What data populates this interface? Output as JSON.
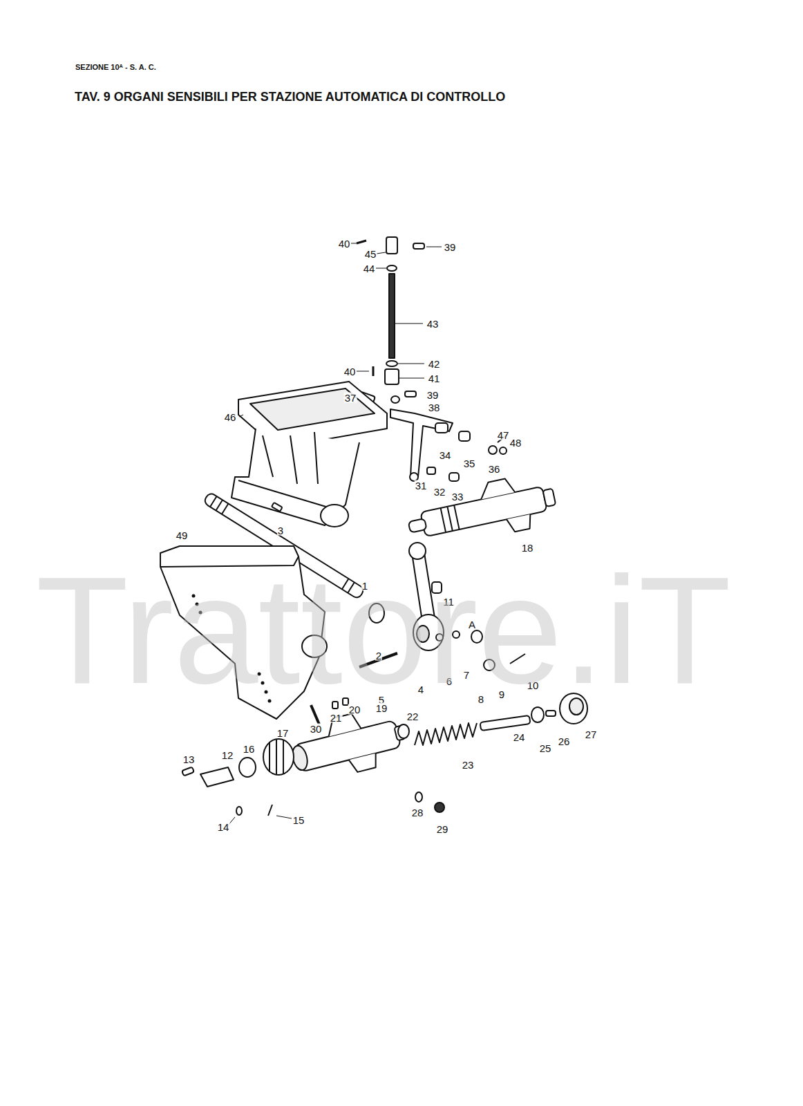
{
  "diagram": {
    "title": "TAV. 9 ORGANI SENSIBILI PER STAZIONE AUTOMATICA DI CONTROLLO",
    "labels": [
      "SEZIONE 10ᴬ - S. A. C.",
      "40",
      "45",
      "39",
      "44",
      "43",
      "42",
      "40",
      "41",
      "39",
      "37",
      "38",
      "46",
      "47",
      "48",
      "34",
      "35",
      "36",
      "31",
      "32",
      "33",
      "3",
      "49",
      "18",
      "1",
      "11",
      "A",
      "2",
      "7",
      "6",
      "4",
      "5",
      "9",
      "8",
      "10",
      "20",
      "21",
      "30",
      "19",
      "22",
      "17",
      "16",
      "12",
      "13",
      "24",
      "25",
      "26",
      "27",
      "23",
      "28",
      "29",
      "14",
      "15",
      "Trattore.iT"
    ]
  }
}
